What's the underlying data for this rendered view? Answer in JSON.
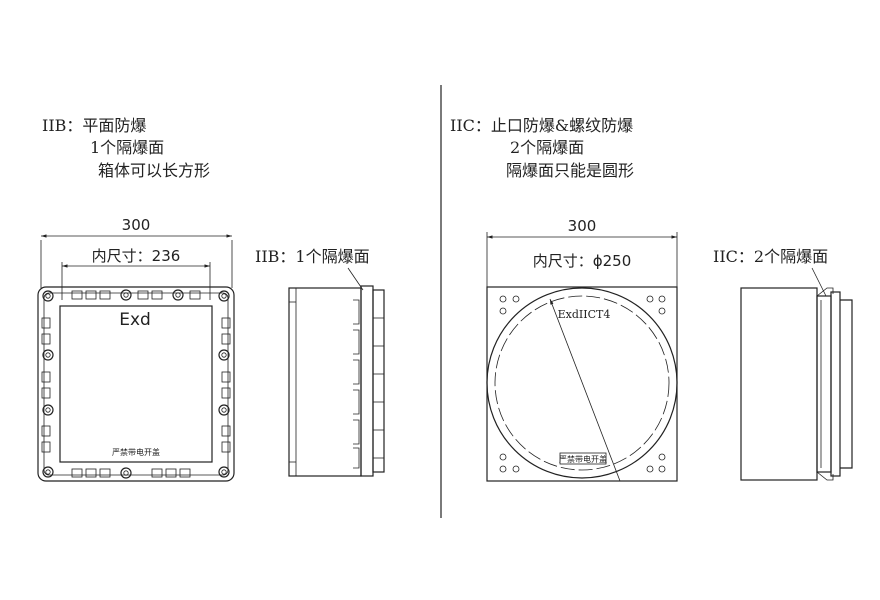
{
  "left": {
    "heading": "IIB：平面防爆",
    "line2": "1个隔爆面",
    "line3": "箱体可以长方形",
    "width_dim": "300",
    "inner_dim": "内尺寸：236",
    "exd_label": "Exd",
    "plate_text": "严禁带电开盖",
    "side_label": "IIB：1个隔爆面"
  },
  "right": {
    "heading": "IIC：止口防爆&螺纹防爆",
    "line2": "2个隔爆面",
    "line3": "隔爆面只能是圆形",
    "width_dim": "300",
    "inner_dim": "内尺寸：ϕ250",
    "mark_text": "ExdIICT4",
    "plate_text": "严禁带电开盖",
    "side_label": "IIC：2个隔爆面"
  },
  "colors": {
    "ink": "#222222",
    "background": "#ffffff"
  }
}
